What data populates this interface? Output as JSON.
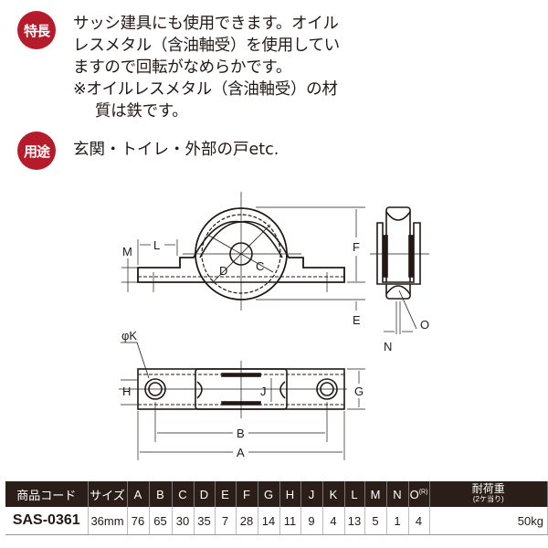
{
  "features": {
    "badge": "特長",
    "lines": [
      "サッシ建具にも使用できます。オイル",
      "レスメタル（含油軸受）を使用してい",
      "ますので回転がなめらかです。",
      "※オイルレスメタル（含油軸受）の材",
      "質は鉄です。"
    ]
  },
  "usage": {
    "badge": "用途",
    "text": "玄関・トイレ・外部の戸etc."
  },
  "diagram_labels": {
    "M": "M",
    "L": "L",
    "D": "D",
    "C": "C",
    "F": "F",
    "E": "E",
    "O": "O",
    "N": "N",
    "K": "φK",
    "H": "H",
    "J": "J",
    "G": "G",
    "B": "B",
    "A": "A"
  },
  "table": {
    "headers": [
      "商品コード",
      "サイズ",
      "A",
      "B",
      "C",
      "D",
      "E",
      "F",
      "G",
      "H",
      "J",
      "K",
      "L",
      "M",
      "N",
      "O"
    ],
    "o_sup": "(R)",
    "load_header": "耐荷重",
    "load_sub": "(2ケ当り)",
    "row": [
      "SAS-0361",
      "36mm",
      "76",
      "65",
      "30",
      "35",
      "7",
      "28",
      "14",
      "11",
      "9",
      "4",
      "13",
      "5",
      "1",
      "4"
    ],
    "load": "50kg"
  },
  "colors": {
    "badge": "#b61b2b",
    "header": "#2b1d17"
  }
}
